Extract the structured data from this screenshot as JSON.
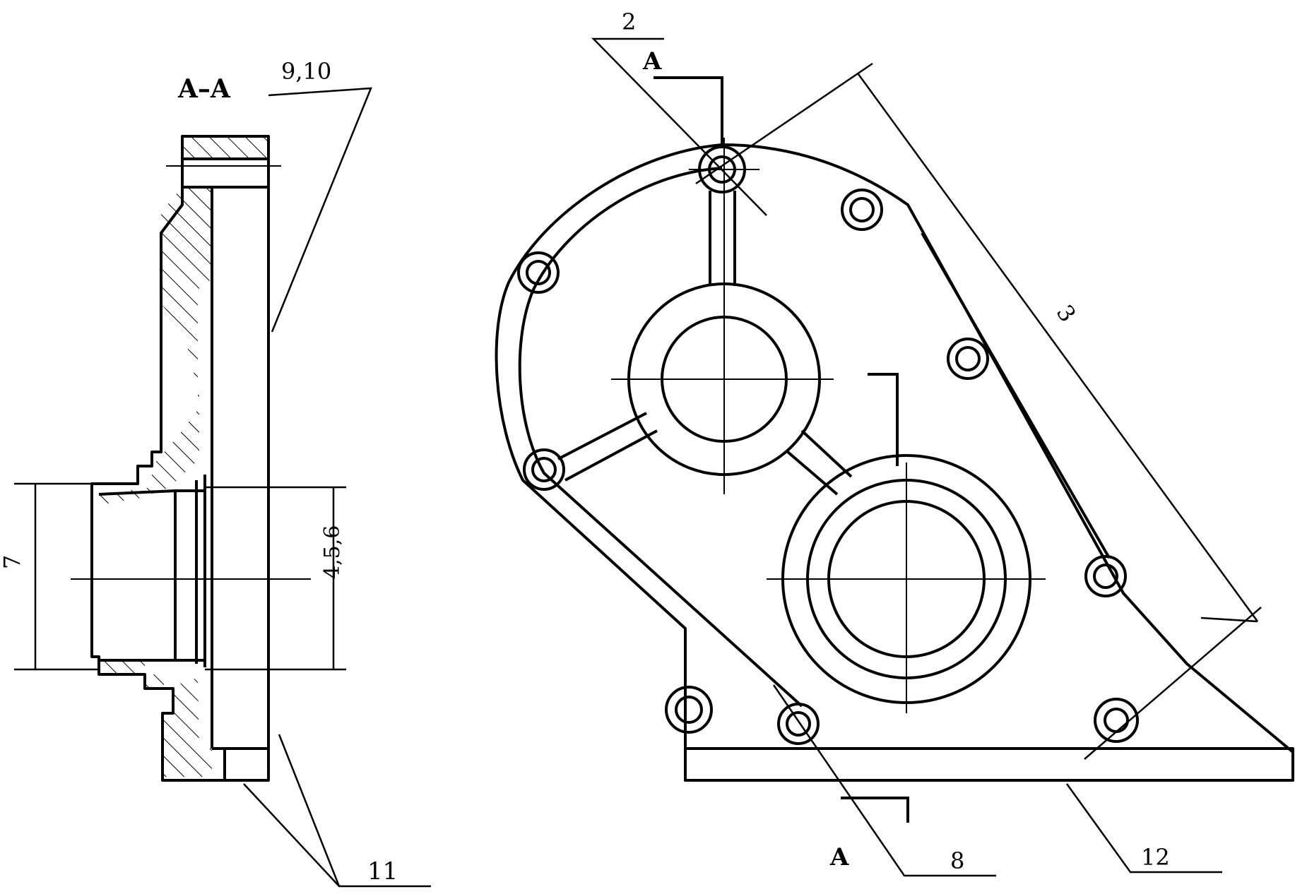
{
  "section_view": {
    "title": "A–A",
    "callouts": {
      "top": "9,10",
      "bottom": "11",
      "left_dim": "7",
      "right_dim": "4,5,6"
    }
  },
  "front_view": {
    "section_marks": {
      "top": "A",
      "bottom": "A"
    },
    "callouts": {
      "top": "2",
      "diagonal": "3",
      "bottom_left": "8",
      "bottom_right": "12"
    }
  }
}
